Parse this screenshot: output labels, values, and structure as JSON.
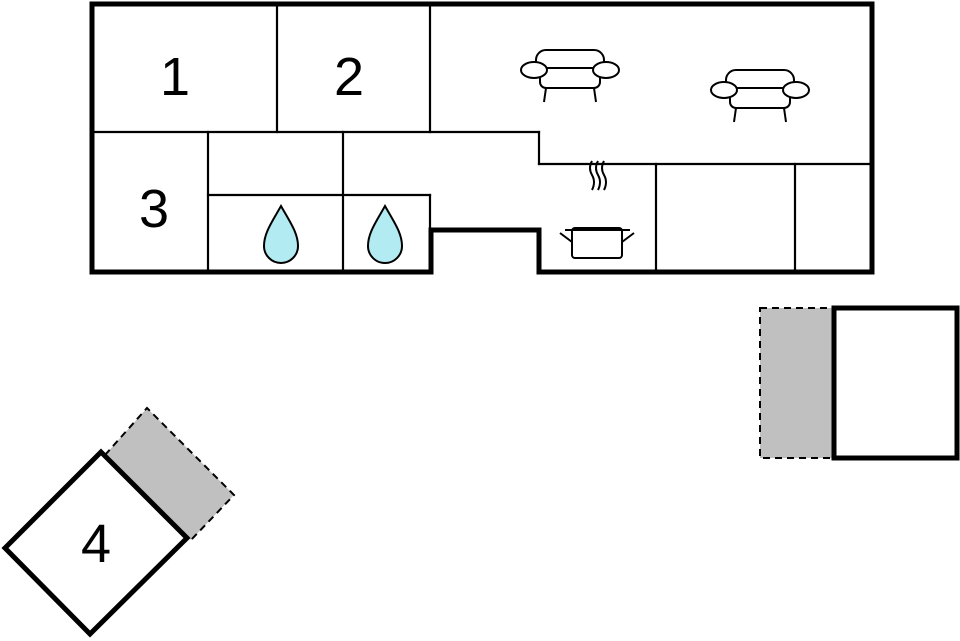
{
  "floorplan": {
    "rooms": [
      {
        "id": "room-1",
        "label": "1"
      },
      {
        "id": "room-2",
        "label": "2"
      },
      {
        "id": "room-3",
        "label": "3"
      },
      {
        "id": "room-4",
        "label": "4"
      }
    ],
    "icons": [
      {
        "name": "sofa-icon"
      },
      {
        "name": "sofa-icon"
      },
      {
        "name": "water-drop-icon"
      },
      {
        "name": "water-drop-icon"
      },
      {
        "name": "cooking-pot-icon"
      }
    ],
    "colors": {
      "wall": "#000000",
      "background": "#ffffff",
      "terrace": "#c0c0c0",
      "water": "#b2ebf2"
    }
  }
}
